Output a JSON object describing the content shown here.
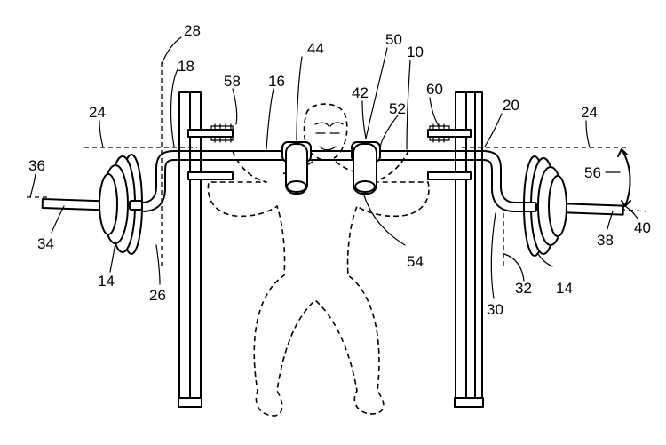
{
  "figure": {
    "labels": {
      "l28": "28",
      "l18": "18",
      "l58": "58",
      "l16": "16",
      "l44": "44",
      "l50": "50",
      "l42": "42",
      "l10": "10",
      "l60": "60",
      "l52": "52",
      "l20": "20",
      "l24_left": "24",
      "l24_right": "24",
      "l36": "36",
      "l34": "34",
      "l14_left": "14",
      "l26": "26",
      "l56": "56",
      "l40": "40",
      "l38": "38",
      "l54": "54",
      "l30": "30",
      "l32": "32",
      "l14_right": "14"
    }
  }
}
